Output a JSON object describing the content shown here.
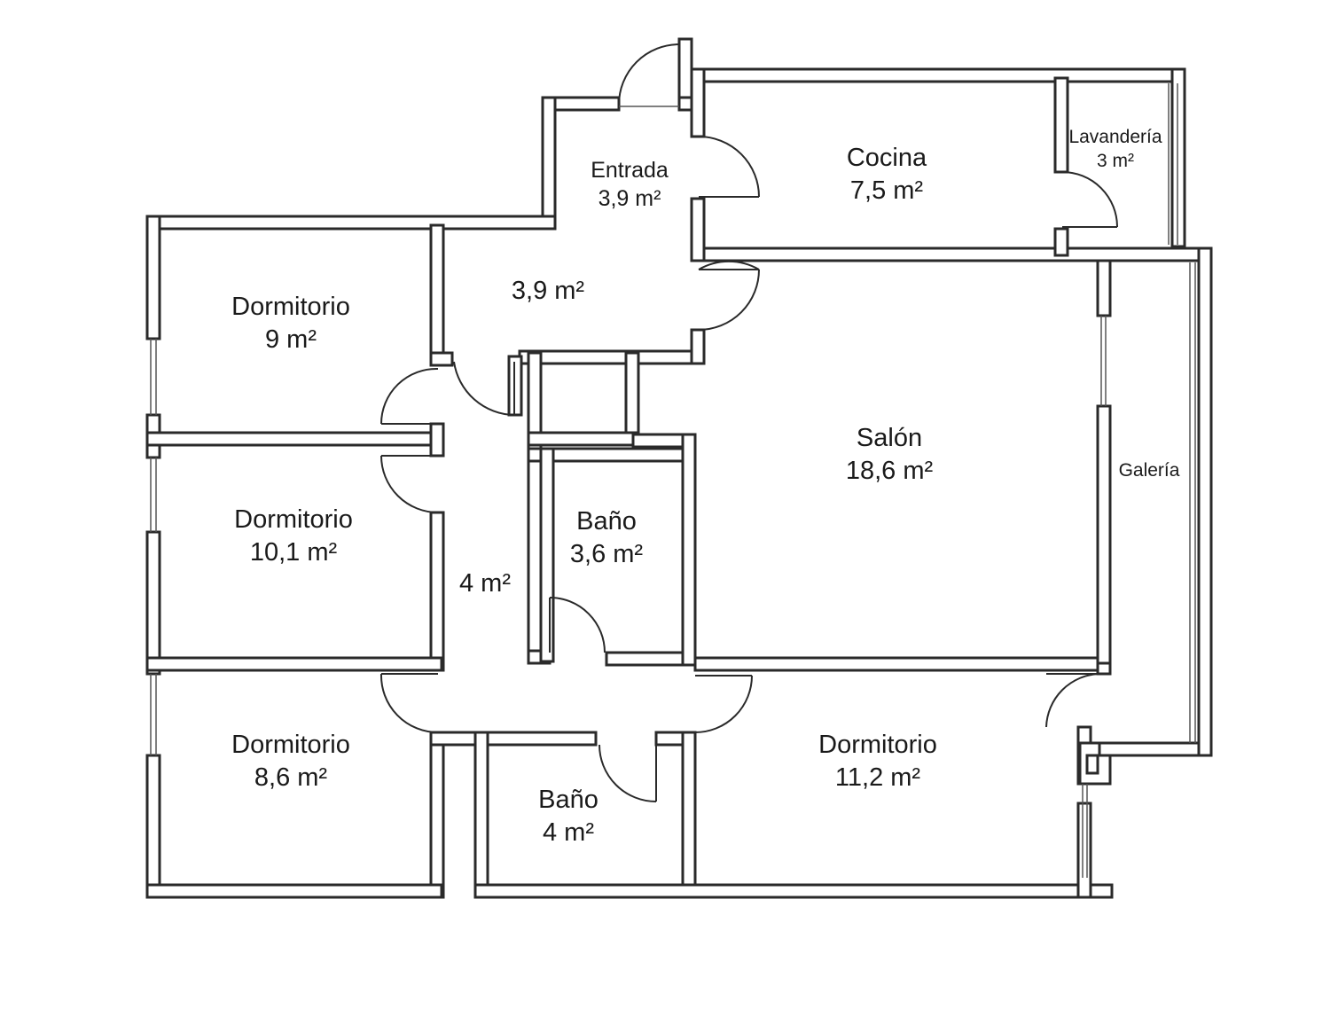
{
  "floorplan": {
    "rooms": [
      {
        "id": "entrada",
        "name": "Entrada",
        "area": "3,9 m²"
      },
      {
        "id": "cocina",
        "name": "Cocina",
        "area": "7,5 m²"
      },
      {
        "id": "lavanderia",
        "name": "Lavandería",
        "area": "3 m²"
      },
      {
        "id": "pasillo1",
        "name": "",
        "area": "3,9 m²"
      },
      {
        "id": "dormitorio1",
        "name": "Dormitorio",
        "area": "9 m²"
      },
      {
        "id": "salon",
        "name": "Salón",
        "area": "18,6 m²"
      },
      {
        "id": "galeria",
        "name": "Galería",
        "area": ""
      },
      {
        "id": "dormitorio2",
        "name": "Dormitorio",
        "area": "10,1 m²"
      },
      {
        "id": "bano1",
        "name": "Baño",
        "area": "3,6 m²"
      },
      {
        "id": "pasillo2",
        "name": "",
        "area": "4 m²"
      },
      {
        "id": "dormitorio3",
        "name": "Dormitorio",
        "area": "8,6 m²"
      },
      {
        "id": "dormitorio4",
        "name": "Dormitorio",
        "area": "11,2 m²"
      },
      {
        "id": "bano2",
        "name": "Baño",
        "area": "4 m²"
      }
    ],
    "line_color": "#2a2a2a",
    "background": "#ffffff"
  }
}
